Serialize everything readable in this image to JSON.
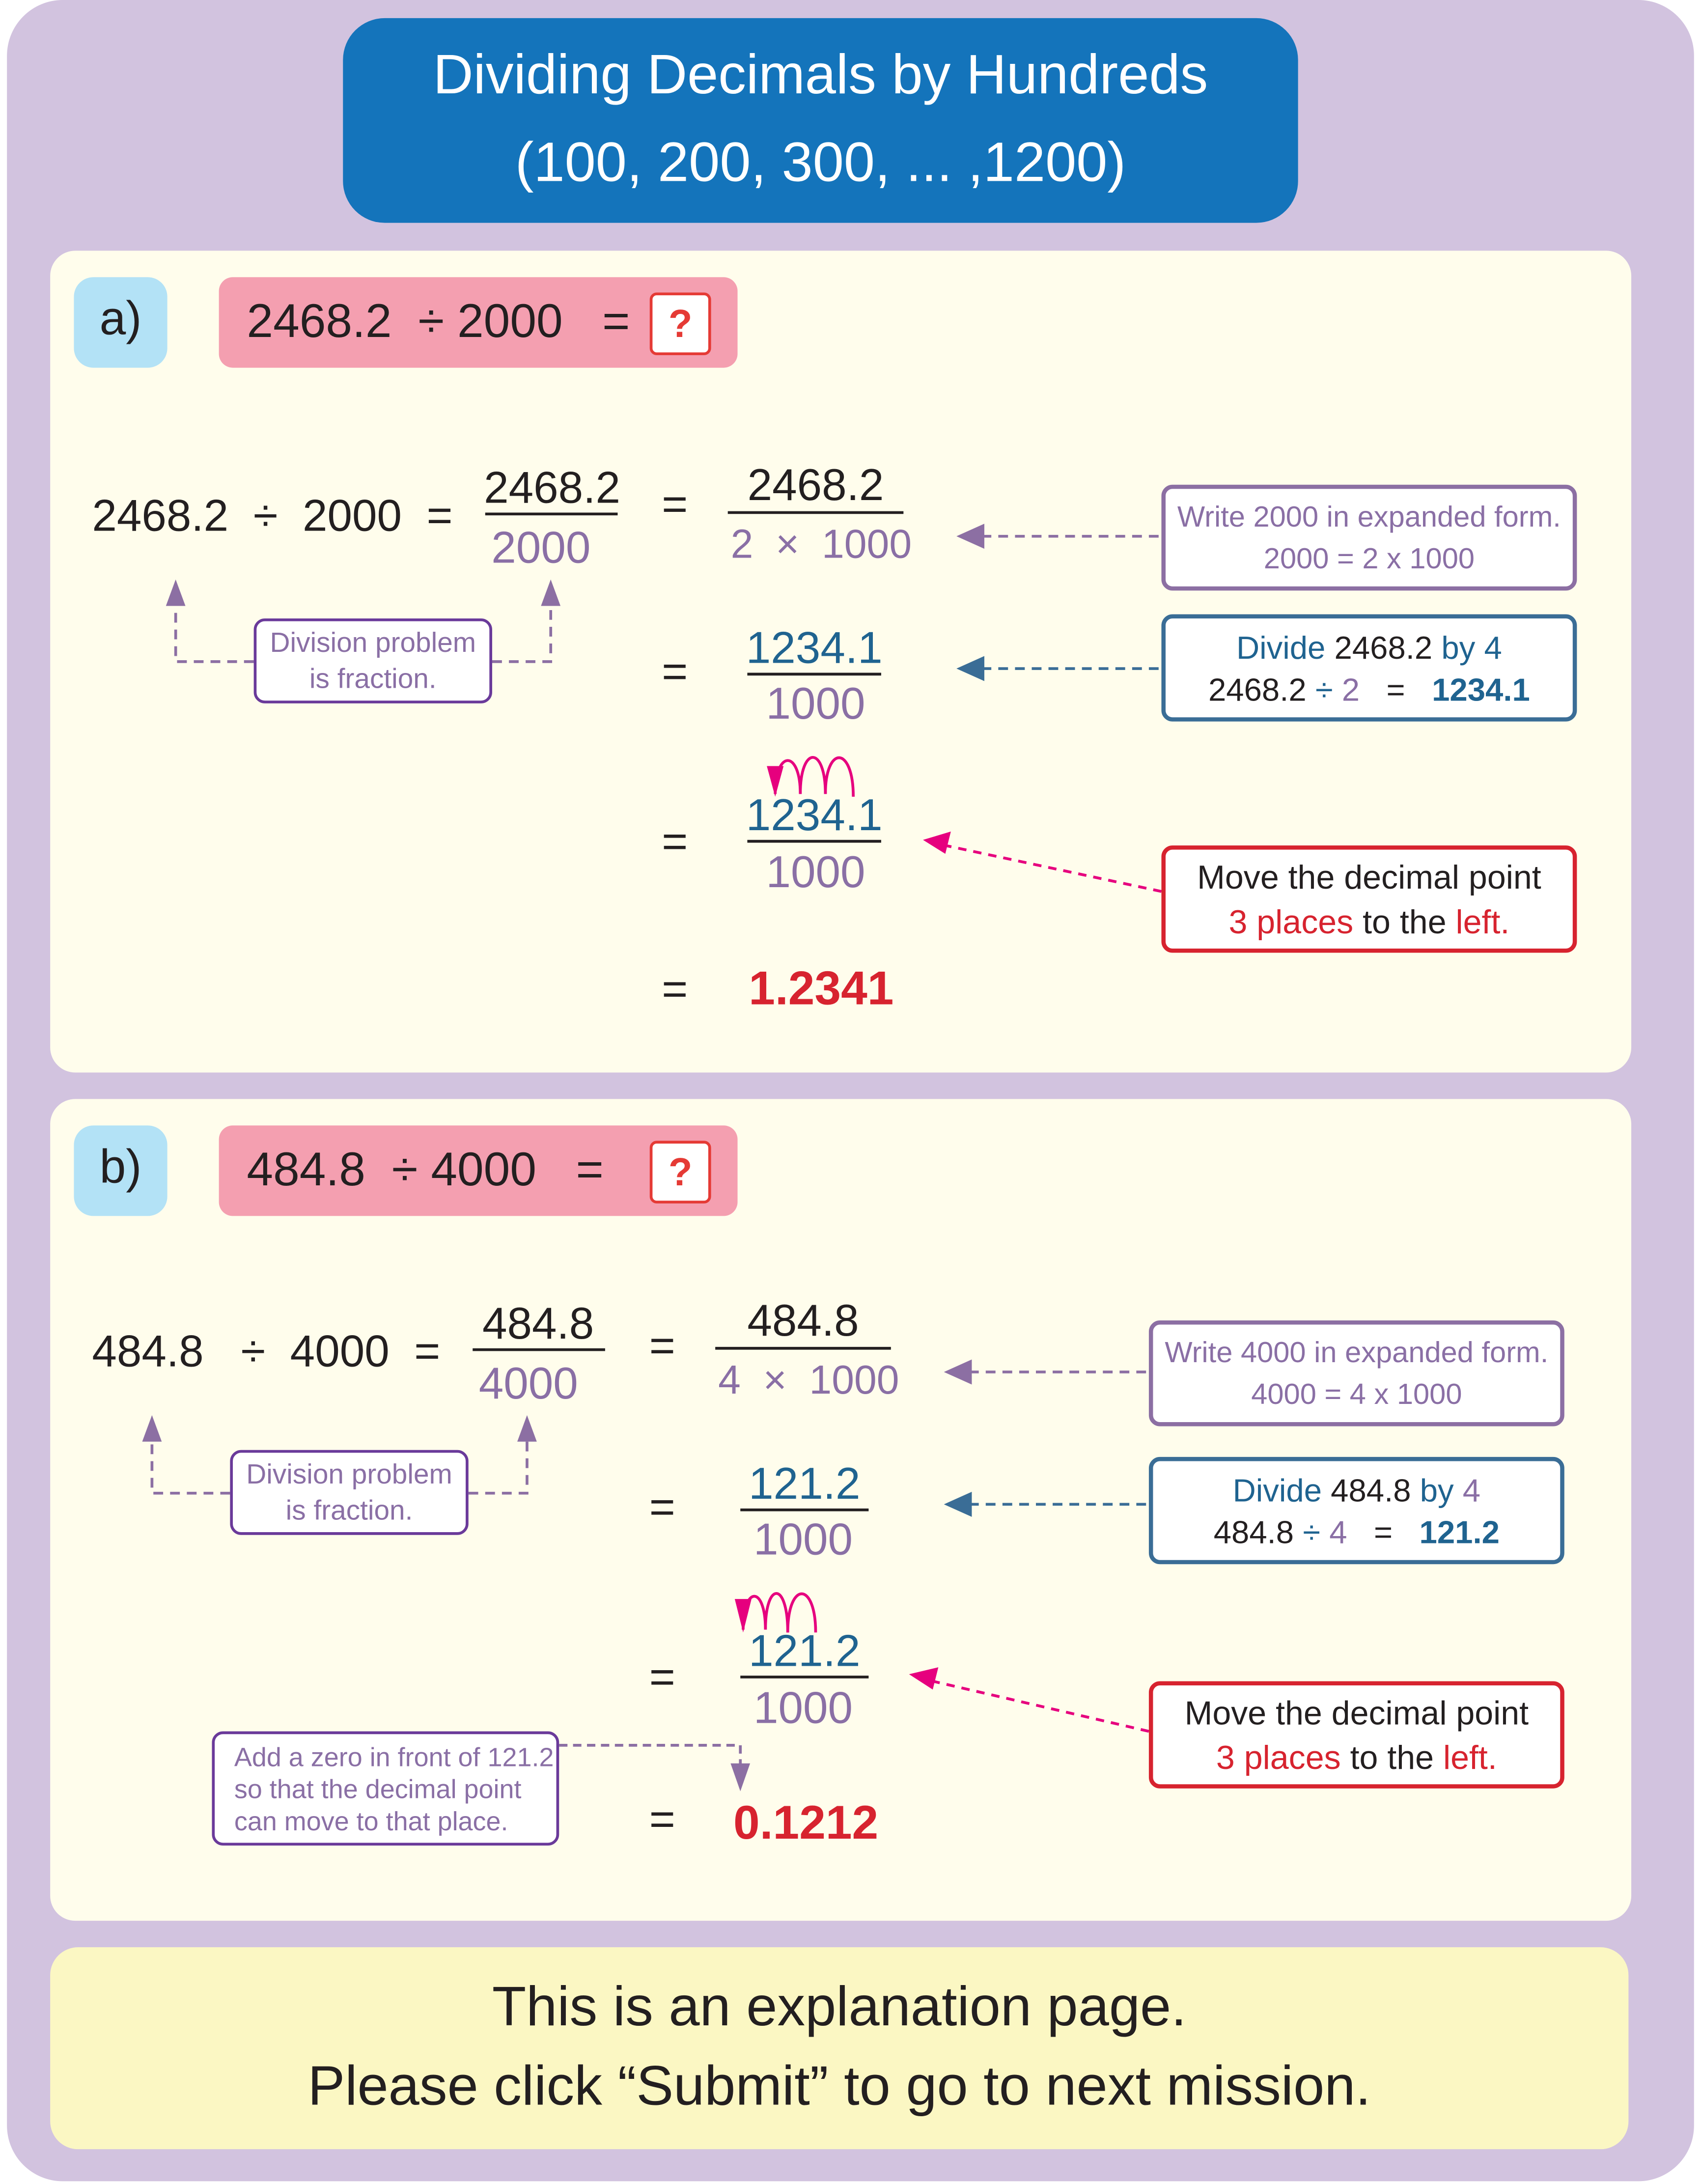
{
  "title": {
    "line1": "Dividing Decimals by Hundreds",
    "line2": "(100, 200, 300, ... ,1200)"
  },
  "problems": [
    {
      "label": "a)",
      "equation": "2468.2  ÷ 2000   =",
      "unknown": "?",
      "lhs": "2468.2  ÷  2000  =",
      "equals": "=",
      "frac1": {
        "num": "2468.2",
        "den": "2000"
      },
      "frac2": {
        "num": "2468.2",
        "den": "2  ×  1000"
      },
      "expanded_note": {
        "line1": "Write 2000 in expanded form.",
        "line2": "2000  =  2 x 1000"
      },
      "fraction_note": {
        "line1": "Division problem",
        "line2": "is fraction."
      },
      "step2": {
        "num": "1234.1",
        "den": "1000"
      },
      "divide_note": {
        "w1": "Divide ",
        "w2": "2468.2",
        "w3": " by ",
        "w4": "4",
        "a": "2468.2",
        "op": " ÷ ",
        "b": "2",
        "eq": "   =   ",
        "c": "1234.1"
      },
      "step3": {
        "num": "1234.1",
        "den": "1000"
      },
      "move_note": {
        "line1": "Move the decimal point",
        "p1": "3 places",
        "p2": " to the ",
        "p3": "left."
      },
      "answer": "1.2341"
    },
    {
      "label": "b)",
      "equation": "484.8  ÷ 4000   =",
      "unknown": "?",
      "lhs": "484.8   ÷  4000  =",
      "equals": "=",
      "frac1": {
        "num": "484.8",
        "den": "4000"
      },
      "frac2": {
        "num": "484.8",
        "den": "4  ×  1000"
      },
      "expanded_note": {
        "line1": "Write 4000 in expanded form.",
        "line2": "4000  =  4 x 1000"
      },
      "fraction_note": {
        "line1": "Division problem",
        "line2": "is fraction."
      },
      "step2": {
        "num": "121.2",
        "den": "1000"
      },
      "divide_note": {
        "w1": "Divide ",
        "w2": "484.8",
        "w3": " by ",
        "w4": "4",
        "a": "484.8",
        "op": " ÷ ",
        "b": "4",
        "eq": "   =   ",
        "c": "121.2"
      },
      "step3": {
        "num": "121.2",
        "den": "1000"
      },
      "move_note": {
        "line1": "Move the decimal point",
        "p1": "3 places",
        "p2": " to the ",
        "p3": "left."
      },
      "zero_note": {
        "line1": "Add a zero in front of 121.2",
        "line2": "so that the decimal point",
        "line3": "can move to that place."
      },
      "answer": "0.1212"
    }
  ],
  "footer": {
    "line1": "This is an explanation page.",
    "line2": "Please click “Submit” to go to next mission."
  },
  "colors": {
    "frame": "#d2c3df",
    "title_bg": "#1474bb",
    "panel": "#fffdec",
    "label_bg": "#b3e2f6",
    "problem_bg": "#f49fb0",
    "purple": "#8a6fa5",
    "blue": "#1f6390",
    "red": "#d7232f",
    "pink": "#e6007e",
    "footer_bg": "#fbf7c3"
  }
}
